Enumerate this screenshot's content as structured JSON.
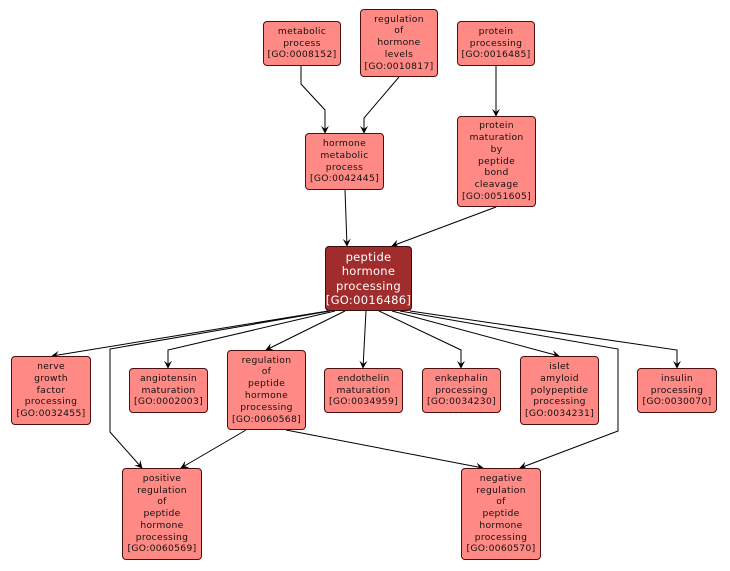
{
  "colors": {
    "node_fill": "#ff8a85",
    "focus_fill": "#a02c2c",
    "edge": "#000000"
  },
  "nodes": {
    "metabolic_process": {
      "lines": [
        "metabolic",
        "process"
      ],
      "id": "[GO:0008152]"
    },
    "regulation_of_hormone_levels": {
      "lines": [
        "regulation",
        "of",
        "hormone",
        "levels"
      ],
      "id": "[GO:0010817]"
    },
    "protein_processing": {
      "lines": [
        "protein",
        "processing"
      ],
      "id": "[GO:0016485]"
    },
    "hormone_metabolic_process": {
      "lines": [
        "hormone",
        "metabolic",
        "process"
      ],
      "id": "[GO:0042445]"
    },
    "protein_maturation_by_peptide_bond_cleavage": {
      "lines": [
        "protein",
        "maturation",
        "by",
        "peptide",
        "bond",
        "cleavage"
      ],
      "id": "[GO:0051605]"
    },
    "peptide_hormone_processing": {
      "lines": [
        "peptide",
        "hormone",
        "processing"
      ],
      "id": "[GO:0016486]"
    },
    "nerve_growth_factor_processing": {
      "lines": [
        "nerve",
        "growth",
        "factor",
        "processing"
      ],
      "id": "[GO:0032455]"
    },
    "angiotensin_maturation": {
      "lines": [
        "angiotensin",
        "maturation"
      ],
      "id": "[GO:0002003]"
    },
    "regulation_of_peptide_hormone_processing": {
      "lines": [
        "regulation",
        "of",
        "peptide",
        "hormone",
        "processing"
      ],
      "id": "[GO:0060568]"
    },
    "endothelin_maturation": {
      "lines": [
        "endothelin",
        "maturation"
      ],
      "id": "[GO:0034959]"
    },
    "enkephalin_processing": {
      "lines": [
        "enkephalin",
        "processing"
      ],
      "id": "[GO:0034230]"
    },
    "islet_amyloid_polypeptide_processing": {
      "lines": [
        "islet",
        "amyloid",
        "polypeptide",
        "processing"
      ],
      "id": "[GO:0034231]"
    },
    "insulin_processing": {
      "lines": [
        "insulin",
        "processing"
      ],
      "id": "[GO:0030070]"
    },
    "positive_regulation_of_peptide_hormone_processing": {
      "lines": [
        "positive",
        "regulation",
        "of",
        "peptide",
        "hormone",
        "processing"
      ],
      "id": "[GO:0060569]"
    },
    "negative_regulation_of_peptide_hormone_processing": {
      "lines": [
        "negative",
        "regulation",
        "of",
        "peptide",
        "hormone",
        "processing"
      ],
      "id": "[GO:0060570]"
    }
  },
  "edges": [
    {
      "from": "metabolic_process",
      "to": "hormone_metabolic_process"
    },
    {
      "from": "regulation_of_hormone_levels",
      "to": "hormone_metabolic_process"
    },
    {
      "from": "protein_processing",
      "to": "protein_maturation_by_peptide_bond_cleavage"
    },
    {
      "from": "hormone_metabolic_process",
      "to": "peptide_hormone_processing"
    },
    {
      "from": "protein_maturation_by_peptide_bond_cleavage",
      "to": "peptide_hormone_processing"
    },
    {
      "from": "peptide_hormone_processing",
      "to": "nerve_growth_factor_processing"
    },
    {
      "from": "peptide_hormone_processing",
      "to": "angiotensin_maturation"
    },
    {
      "from": "peptide_hormone_processing",
      "to": "regulation_of_peptide_hormone_processing"
    },
    {
      "from": "peptide_hormone_processing",
      "to": "endothelin_maturation"
    },
    {
      "from": "peptide_hormone_processing",
      "to": "enkephalin_processing"
    },
    {
      "from": "peptide_hormone_processing",
      "to": "islet_amyloid_polypeptide_processing"
    },
    {
      "from": "peptide_hormone_processing",
      "to": "insulin_processing"
    },
    {
      "from": "peptide_hormone_processing",
      "to": "positive_regulation_of_peptide_hormone_processing"
    },
    {
      "from": "peptide_hormone_processing",
      "to": "negative_regulation_of_peptide_hormone_processing"
    },
    {
      "from": "regulation_of_peptide_hormone_processing",
      "to": "positive_regulation_of_peptide_hormone_processing"
    },
    {
      "from": "regulation_of_peptide_hormone_processing",
      "to": "negative_regulation_of_peptide_hormone_processing"
    }
  ]
}
